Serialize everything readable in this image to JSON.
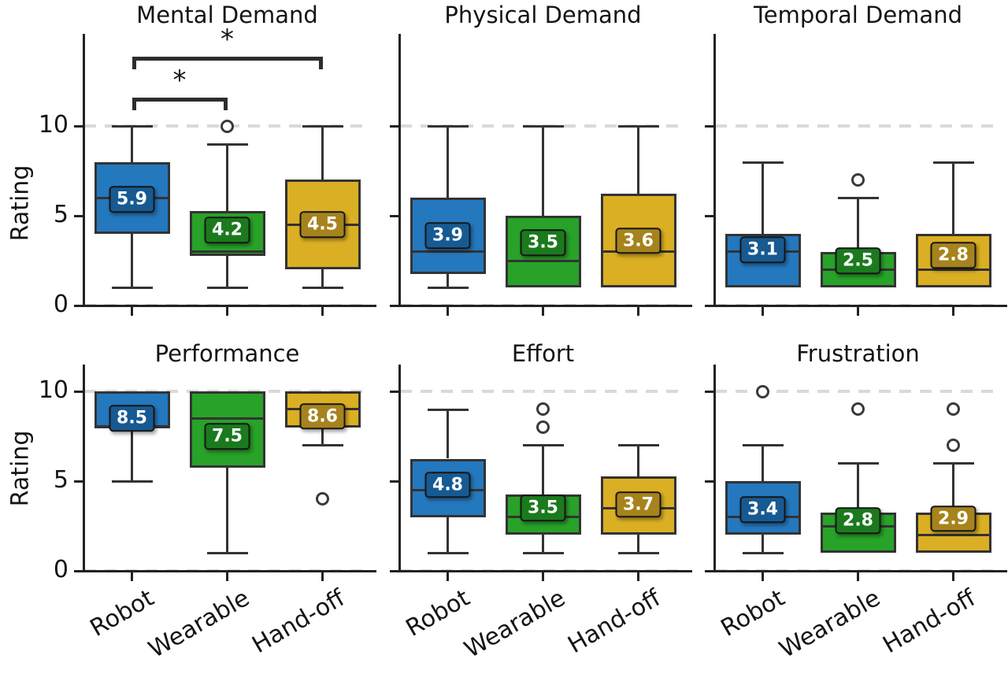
{
  "figure": {
    "ylabel": "Rating",
    "yticks": [
      0,
      5,
      10
    ],
    "categories": [
      "Robot",
      "Wearable",
      "Hand-off"
    ],
    "colors": {
      "Robot": "#2478BE",
      "Wearable": "#28A228",
      "Hand-off": "#DBAF24"
    },
    "mean_label_bg": {
      "Robot": "#175A92",
      "Wearable": "#1B7A1D",
      "Hand-off": "#A6831C"
    },
    "edge_color": "#333333",
    "grid_color": "#D9D9D9",
    "grid_levels": [
      0,
      10
    ]
  },
  "chart_data": [
    {
      "type": "box",
      "title": "Mental Demand",
      "ylim": [
        0,
        15.1
      ],
      "significance": [
        {
          "groups": [
            "Robot",
            "Wearable"
          ],
          "label": "*",
          "level": 11.6
        },
        {
          "groups": [
            "Robot",
            "Hand-off"
          ],
          "label": "*",
          "level": 13.85
        }
      ],
      "series": [
        {
          "name": "Robot",
          "whislo": 1,
          "q1": 4,
          "med": 6,
          "q3": 8,
          "whishi": 10,
          "mean": "5.9",
          "outliers": []
        },
        {
          "name": "Wearable",
          "whislo": 1,
          "q1": 2.75,
          "med": 3,
          "q3": 5.25,
          "whishi": 9,
          "mean": "4.2",
          "outliers": [
            10
          ]
        },
        {
          "name": "Hand-off",
          "whislo": 1,
          "q1": 2,
          "med": 4.5,
          "q3": 7,
          "whishi": 10,
          "mean": "4.5",
          "outliers": []
        }
      ]
    },
    {
      "type": "box",
      "title": "Physical Demand",
      "ylim": [
        0,
        15.1
      ],
      "significance": [],
      "series": [
        {
          "name": "Robot",
          "whislo": 1,
          "q1": 1.75,
          "med": 3,
          "q3": 6,
          "whishi": 10,
          "mean": "3.9",
          "outliers": []
        },
        {
          "name": "Wearable",
          "whislo": 1,
          "q1": 1,
          "med": 2.5,
          "q3": 5,
          "whishi": 10,
          "mean": "3.5",
          "outliers": []
        },
        {
          "name": "Hand-off",
          "whislo": 1,
          "q1": 1,
          "med": 3,
          "q3": 6.25,
          "whishi": 10,
          "mean": "3.6",
          "outliers": []
        }
      ]
    },
    {
      "type": "box",
      "title": "Temporal Demand",
      "ylim": [
        0,
        15.1
      ],
      "significance": [],
      "series": [
        {
          "name": "Robot",
          "whislo": 1,
          "q1": 1,
          "med": 3,
          "q3": 4,
          "whishi": 8,
          "mean": "3.1",
          "outliers": []
        },
        {
          "name": "Wearable",
          "whislo": 1,
          "q1": 1,
          "med": 2,
          "q3": 3,
          "whishi": 6,
          "mean": "2.5",
          "outliers": [
            7
          ]
        },
        {
          "name": "Hand-off",
          "whislo": 1,
          "q1": 1,
          "med": 2,
          "q3": 4,
          "whishi": 8,
          "mean": "2.8",
          "outliers": []
        }
      ]
    },
    {
      "type": "box",
      "title": "Performance",
      "ylim": [
        0,
        11.5
      ],
      "significance": [],
      "series": [
        {
          "name": "Robot",
          "whislo": 5,
          "q1": 8,
          "med": 8,
          "q3": 10,
          "whishi": 10,
          "mean": "8.5",
          "outliers": []
        },
        {
          "name": "Wearable",
          "whislo": 1,
          "q1": 5.75,
          "med": 8.5,
          "q3": 10,
          "whishi": 10,
          "mean": "7.5",
          "outliers": []
        },
        {
          "name": "Hand-off",
          "whislo": 7,
          "q1": 8,
          "med": 9,
          "q3": 10,
          "whishi": 10,
          "mean": "8.6",
          "outliers": [
            4
          ]
        }
      ]
    },
    {
      "type": "box",
      "title": "Effort",
      "ylim": [
        0,
        11.5
      ],
      "significance": [],
      "series": [
        {
          "name": "Robot",
          "whislo": 1,
          "q1": 3,
          "med": 4.5,
          "q3": 6.25,
          "whishi": 9,
          "mean": "4.8",
          "outliers": []
        },
        {
          "name": "Wearable",
          "whislo": 1,
          "q1": 2,
          "med": 3,
          "q3": 4.25,
          "whishi": 7,
          "mean": "3.5",
          "outliers": [
            8,
            9
          ]
        },
        {
          "name": "Hand-off",
          "whislo": 1,
          "q1": 2,
          "med": 3.5,
          "q3": 5.25,
          "whishi": 7,
          "mean": "3.7",
          "outliers": []
        }
      ]
    },
    {
      "type": "box",
      "title": "Frustration",
      "ylim": [
        0,
        11.5
      ],
      "significance": [],
      "series": [
        {
          "name": "Robot",
          "whislo": 1,
          "q1": 2,
          "med": 3,
          "q3": 5,
          "whishi": 7,
          "mean": "3.4",
          "outliers": [
            10
          ]
        },
        {
          "name": "Wearable",
          "whislo": 1,
          "q1": 1,
          "med": 2.5,
          "q3": 3.25,
          "whishi": 6,
          "mean": "2.8",
          "outliers": [
            9
          ]
        },
        {
          "name": "Hand-off",
          "whislo": 1,
          "q1": 1,
          "med": 2,
          "q3": 3.25,
          "whishi": 6,
          "mean": "2.9",
          "outliers": [
            7,
            9
          ]
        }
      ]
    }
  ]
}
